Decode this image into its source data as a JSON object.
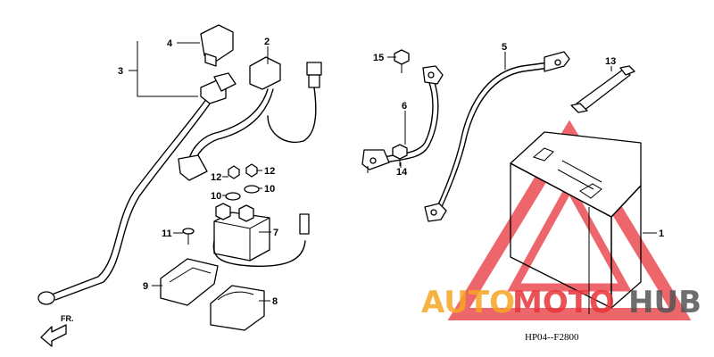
{
  "diagram": {
    "part_code": "HP04--F2800",
    "direction_label": "FR.",
    "callouts": [
      "1",
      "2",
      "3",
      "4",
      "5",
      "6",
      "7",
      "8",
      "9",
      "10",
      "10",
      "11",
      "12",
      "12",
      "13",
      "14",
      "15"
    ]
  },
  "watermark": {
    "part1": "AUTO",
    "part2": "MOTO",
    "part3": "HUB",
    "color_orange": "#f5a623",
    "color_red": "#e8343a",
    "color_dark": "#555555"
  }
}
